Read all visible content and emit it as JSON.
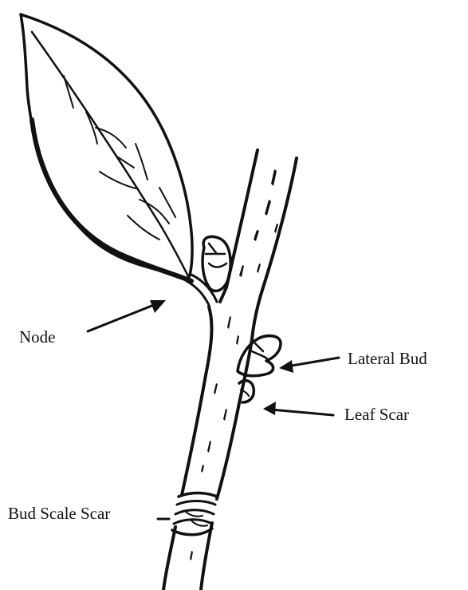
{
  "labels": {
    "node": "Node",
    "lateral_bud": "Lateral Bud",
    "leaf_scar": "Leaf Scar",
    "bud_scale_scar": "Bud Scale Scar"
  },
  "colors": {
    "ink": "#111111",
    "background": "#ffffff"
  }
}
